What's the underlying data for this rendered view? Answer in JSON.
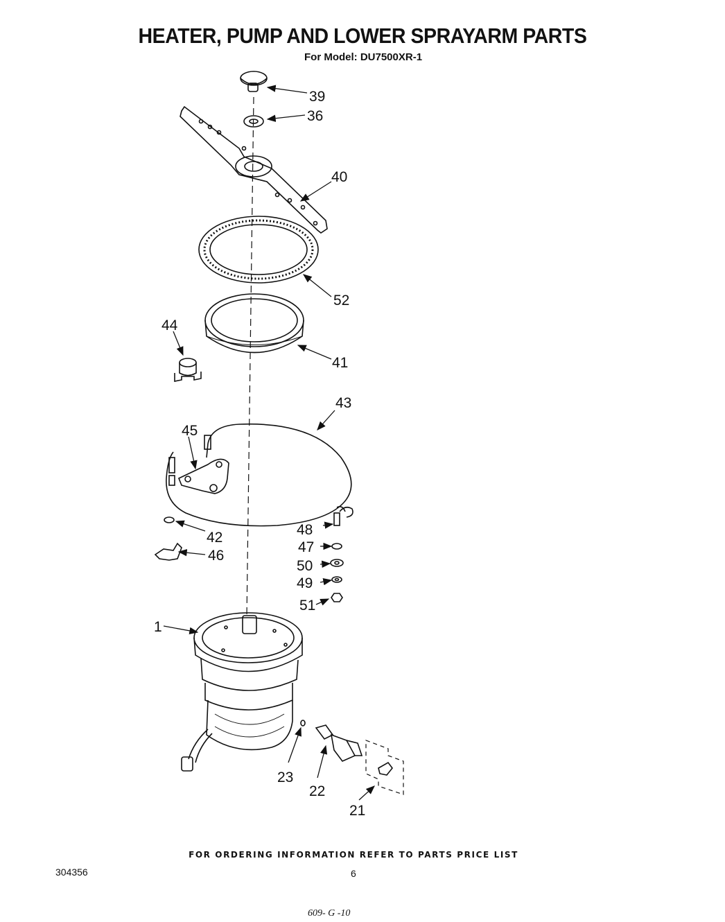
{
  "header": {
    "title": "HEATER, PUMP AND LOWER SPRAYARM PARTS",
    "subtitle": "For Model: DU7500XR-1"
  },
  "parts": {
    "p39": "39",
    "p36": "36",
    "p40": "40",
    "p52": "52",
    "p44": "44",
    "p41": "41",
    "p43": "43",
    "p45": "45",
    "p48": "48",
    "p42": "42",
    "p47": "47",
    "p46": "46",
    "p50": "50",
    "p49": "49",
    "p51": "51",
    "p1": "1",
    "p23": "23",
    "p22": "22",
    "p21": "21"
  },
  "footer": {
    "note": "FOR ORDERING INFORMATION REFER TO PARTS PRICE LIST",
    "doc_number": "304356",
    "page_number": "6",
    "handwritten": "609- G -10"
  },
  "colors": {
    "ink": "#111111",
    "paper": "#ffffff"
  }
}
